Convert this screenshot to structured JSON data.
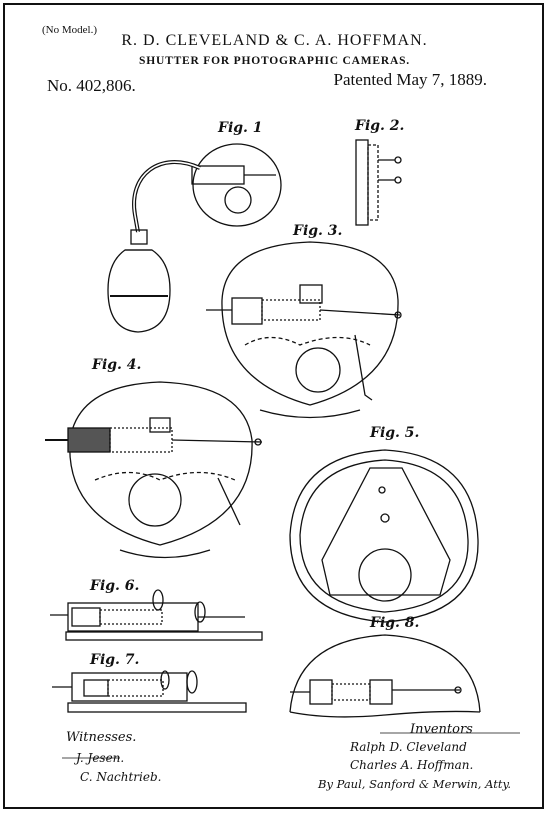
{
  "header": {
    "no_model": "(No Model.)",
    "inventors": "R. D. CLEVELAND & C. A. HOFFMAN.",
    "title": "SHUTTER FOR PHOTOGRAPHIC CAMERAS.",
    "patent_number": "No. 402,806.",
    "patent_date": "Patented May 7, 1889."
  },
  "figures": {
    "fig1": "Fig. 1",
    "fig2": "Fig. 2.",
    "fig3": "Fig. 3.",
    "fig4": "Fig. 4.",
    "fig5": "Fig. 5.",
    "fig6": "Fig. 6.",
    "fig7": "Fig. 7.",
    "fig8": "Fig. 8."
  },
  "footer": {
    "witnesses_label": "Witnesses.",
    "witness_1": "J. Jesen.",
    "witness_2": "C. Nachtrieb.",
    "inventors_label": "Inventors",
    "inventor_1": "Ralph D. Cleveland",
    "inventor_2": "Charles A. Hoffman.",
    "attorneys": "By Paul, Sanford & Merwin, Atty."
  }
}
